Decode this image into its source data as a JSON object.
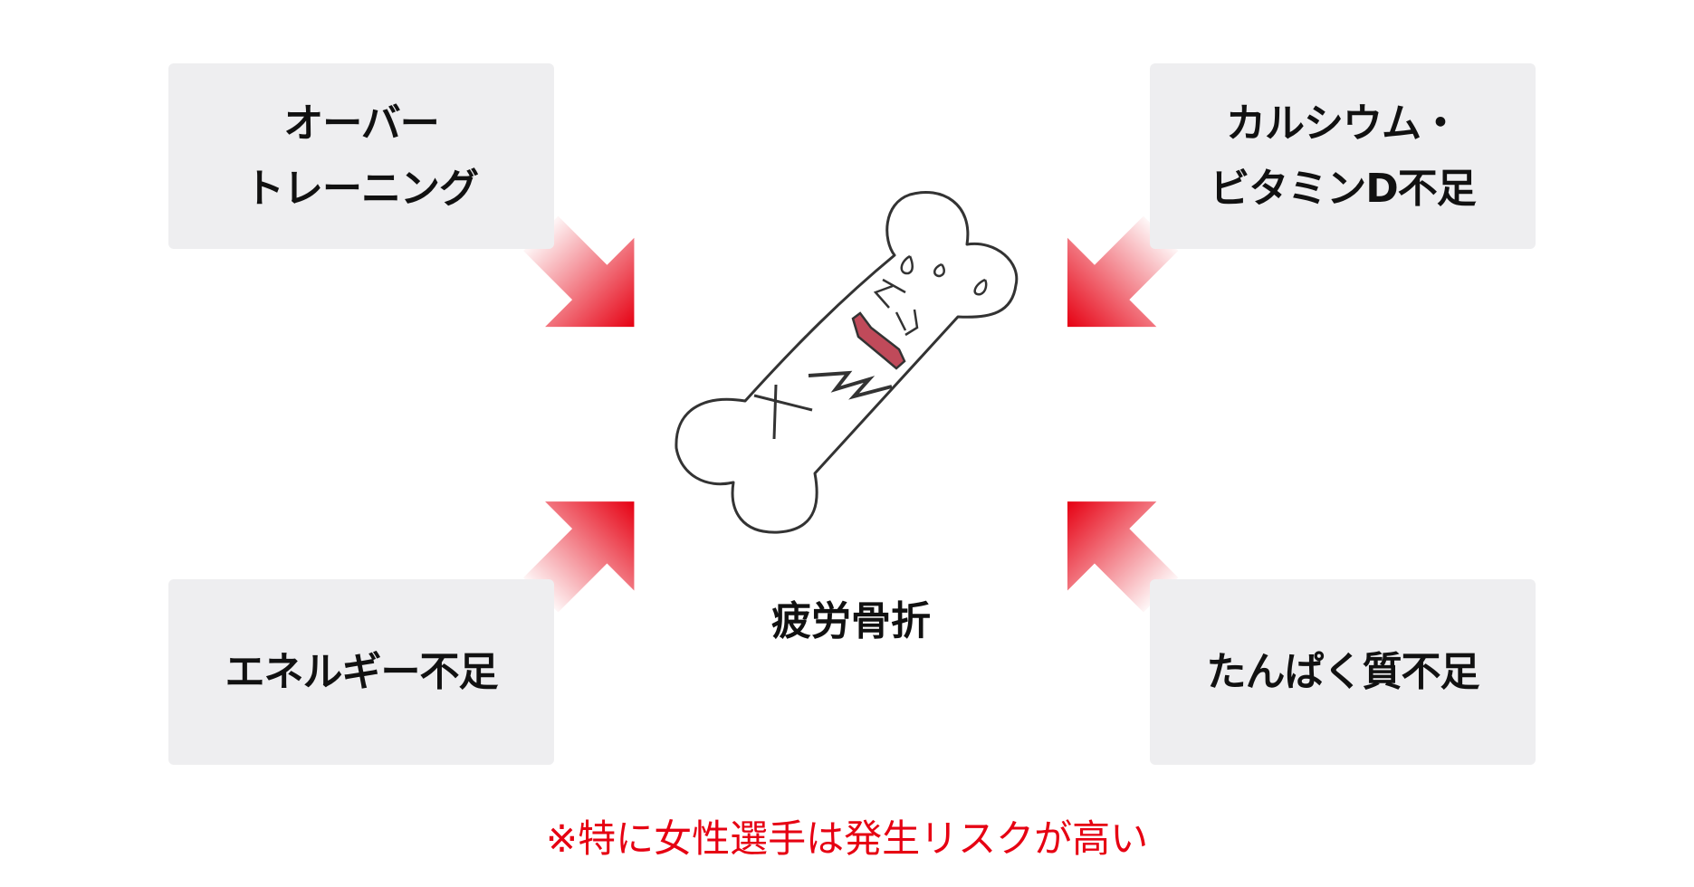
{
  "causes": {
    "top_left": [
      "オーバー",
      "トレーニング"
    ],
    "top_right": [
      "カルシウム・",
      "ビタミンD不足"
    ],
    "bottom_left": [
      "エネルギー不足"
    ],
    "bottom_right": [
      "たんぱく質不足"
    ]
  },
  "center_label": "疲労骨折",
  "note": "※特に女性選手は発生リスクが高い",
  "colors": {
    "accent": "#e60012",
    "box": "#eeeef0",
    "mouth": "#c04a5a"
  }
}
